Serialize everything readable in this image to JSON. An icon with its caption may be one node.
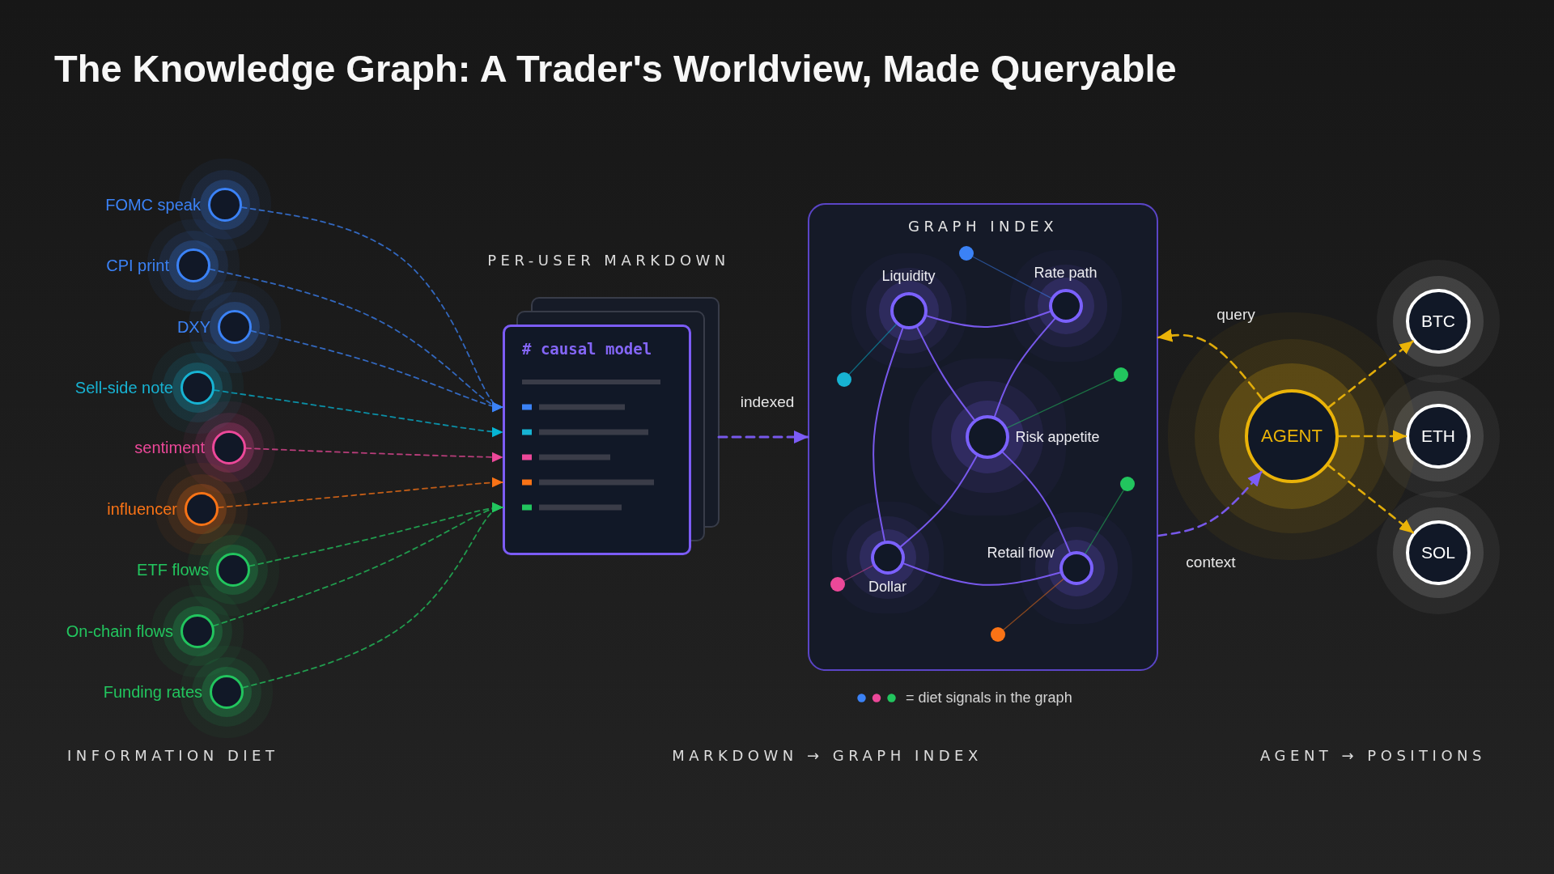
{
  "diagram": {
    "title": "The Knowledge Graph: A Trader's Worldview, Made Queryable",
    "nodes": [
      {
        "text": [
          "FOMC speak"
        ]
      },
      {
        "text": [
          "CPI print"
        ]
      },
      {
        "text": [
          "DXY"
        ]
      },
      {
        "text": [
          "Sell-side note"
        ]
      },
      {
        "text": [
          "sentiment"
        ]
      },
      {
        "text": [
          "influencer"
        ]
      },
      {
        "text": [
          "ETF flows"
        ]
      },
      {
        "text": [
          "On-chain flows"
        ]
      },
      {
        "text": [
          "Funding rates"
        ]
      },
      {
        "text": [
          "# causal model"
        ],
        "beside": [
          "PER-USER MARKDOWN"
        ]
      },
      {
        "text": [
          "GRAPH INDEX"
        ]
      },
      {
        "text": [],
        "shape": "circle",
        "in": 10
      },
      {
        "text": [
          "Liquidity"
        ],
        "in": 10
      },
      {
        "text": [
          "Rate path"
        ],
        "in": 10
      },
      {
        "text": [],
        "shape": "circle",
        "in": 10
      },
      {
        "text": [],
        "shape": "circle",
        "in": 10
      },
      {
        "text": [
          "Risk appetite"
        ],
        "in": 10
      },
      {
        "text": [],
        "shape": "circle",
        "in": 10
      },
      {
        "text": [
          "Dollar"
        ],
        "in": 10
      },
      {
        "text": [
          "Retail flow"
        ],
        "in": 10
      },
      {
        "text": [],
        "shape": "circle",
        "in": 10
      },
      {
        "text": [],
        "shape": "circle",
        "in": 10
      },
      {
        "text": [
          "AGENT"
        ]
      },
      {
        "text": [
          "BTC"
        ]
      },
      {
        "text": [
          "ETH"
        ]
      },
      {
        "text": [
          "SOL"
        ]
      }
    ],
    "edges": [
      {
        "from": 0,
        "to": 9,
        "arrow": "to",
        "style": "dashed",
        "color": "#3b82f6"
      },
      {
        "from": 1,
        "to": 9,
        "arrow": "to",
        "style": "dashed",
        "color": "#3b82f6"
      },
      {
        "from": 2,
        "to": 9,
        "arrow": "to",
        "style": "dashed",
        "color": "#3b82f6"
      },
      {
        "from": 3,
        "to": 9,
        "arrow": "to",
        "style": "dashed",
        "color": "#06b6d4"
      },
      {
        "from": 4,
        "to": 9,
        "arrow": "to",
        "style": "dashed",
        "color": "#ec4899"
      },
      {
        "from": 5,
        "to": 9,
        "arrow": "to",
        "style": "dashed",
        "color": "#f97316"
      },
      {
        "from": 6,
        "to": 9,
        "arrow": "to",
        "style": "dashed",
        "color": "#22c55e"
      },
      {
        "from": 7,
        "to": 9,
        "arrow": "to",
        "style": "dashed",
        "color": "#22c55e"
      },
      {
        "from": 8,
        "to": 9,
        "arrow": "to",
        "style": "dashed",
        "color": "#22c55e"
      },
      {
        "from": 9,
        "to": 10,
        "arrow": "to",
        "label": "indexed",
        "style": "dashed"
      },
      {
        "from": 12,
        "to": 13,
        "arrow": "none"
      },
      {
        "from": 12,
        "to": 16,
        "arrow": "none"
      },
      {
        "from": 13,
        "to": 16,
        "arrow": "none"
      },
      {
        "from": 12,
        "to": 18,
        "arrow": "none"
      },
      {
        "from": 16,
        "to": 18,
        "arrow": "none"
      },
      {
        "from": 16,
        "to": 19,
        "arrow": "none"
      },
      {
        "from": 18,
        "to": 19,
        "arrow": "none"
      },
      {
        "from": 11,
        "to": 13,
        "arrow": "none",
        "color": "#3b82f6"
      },
      {
        "from": 14,
        "to": 12,
        "arrow": "none",
        "color": "#06b6d4"
      },
      {
        "from": 15,
        "to": 16,
        "arrow": "none",
        "color": "#22c55e"
      },
      {
        "from": 17,
        "to": 19,
        "arrow": "none",
        "color": "#22c55e"
      },
      {
        "from": 20,
        "to": 18,
        "arrow": "none",
        "color": "#ec4899"
      },
      {
        "from": 21,
        "to": 19,
        "arrow": "none",
        "color": "#f97316"
      },
      {
        "from": 22,
        "to": 10,
        "arrow": "to",
        "label": "query",
        "style": "dashed",
        "color": "#eab308"
      },
      {
        "from": 10,
        "to": 22,
        "arrow": "to",
        "label": "context",
        "style": "dashed"
      },
      {
        "from": 22,
        "to": 23,
        "arrow": "to",
        "style": "dashed",
        "color": "#eab308"
      },
      {
        "from": 22,
        "to": 24,
        "arrow": "to",
        "style": "dashed",
        "color": "#eab308"
      },
      {
        "from": 22,
        "to": 25,
        "arrow": "to",
        "style": "dashed",
        "color": "#eab308"
      }
    ],
    "labels": [
      "INFORMATION DIET",
      "MARKDOWN → GRAPH INDEX",
      "AGENT → POSITIONS"
    ],
    "legend": [
      {
        "text": "= diet signals in the graph"
      }
    ]
  }
}
